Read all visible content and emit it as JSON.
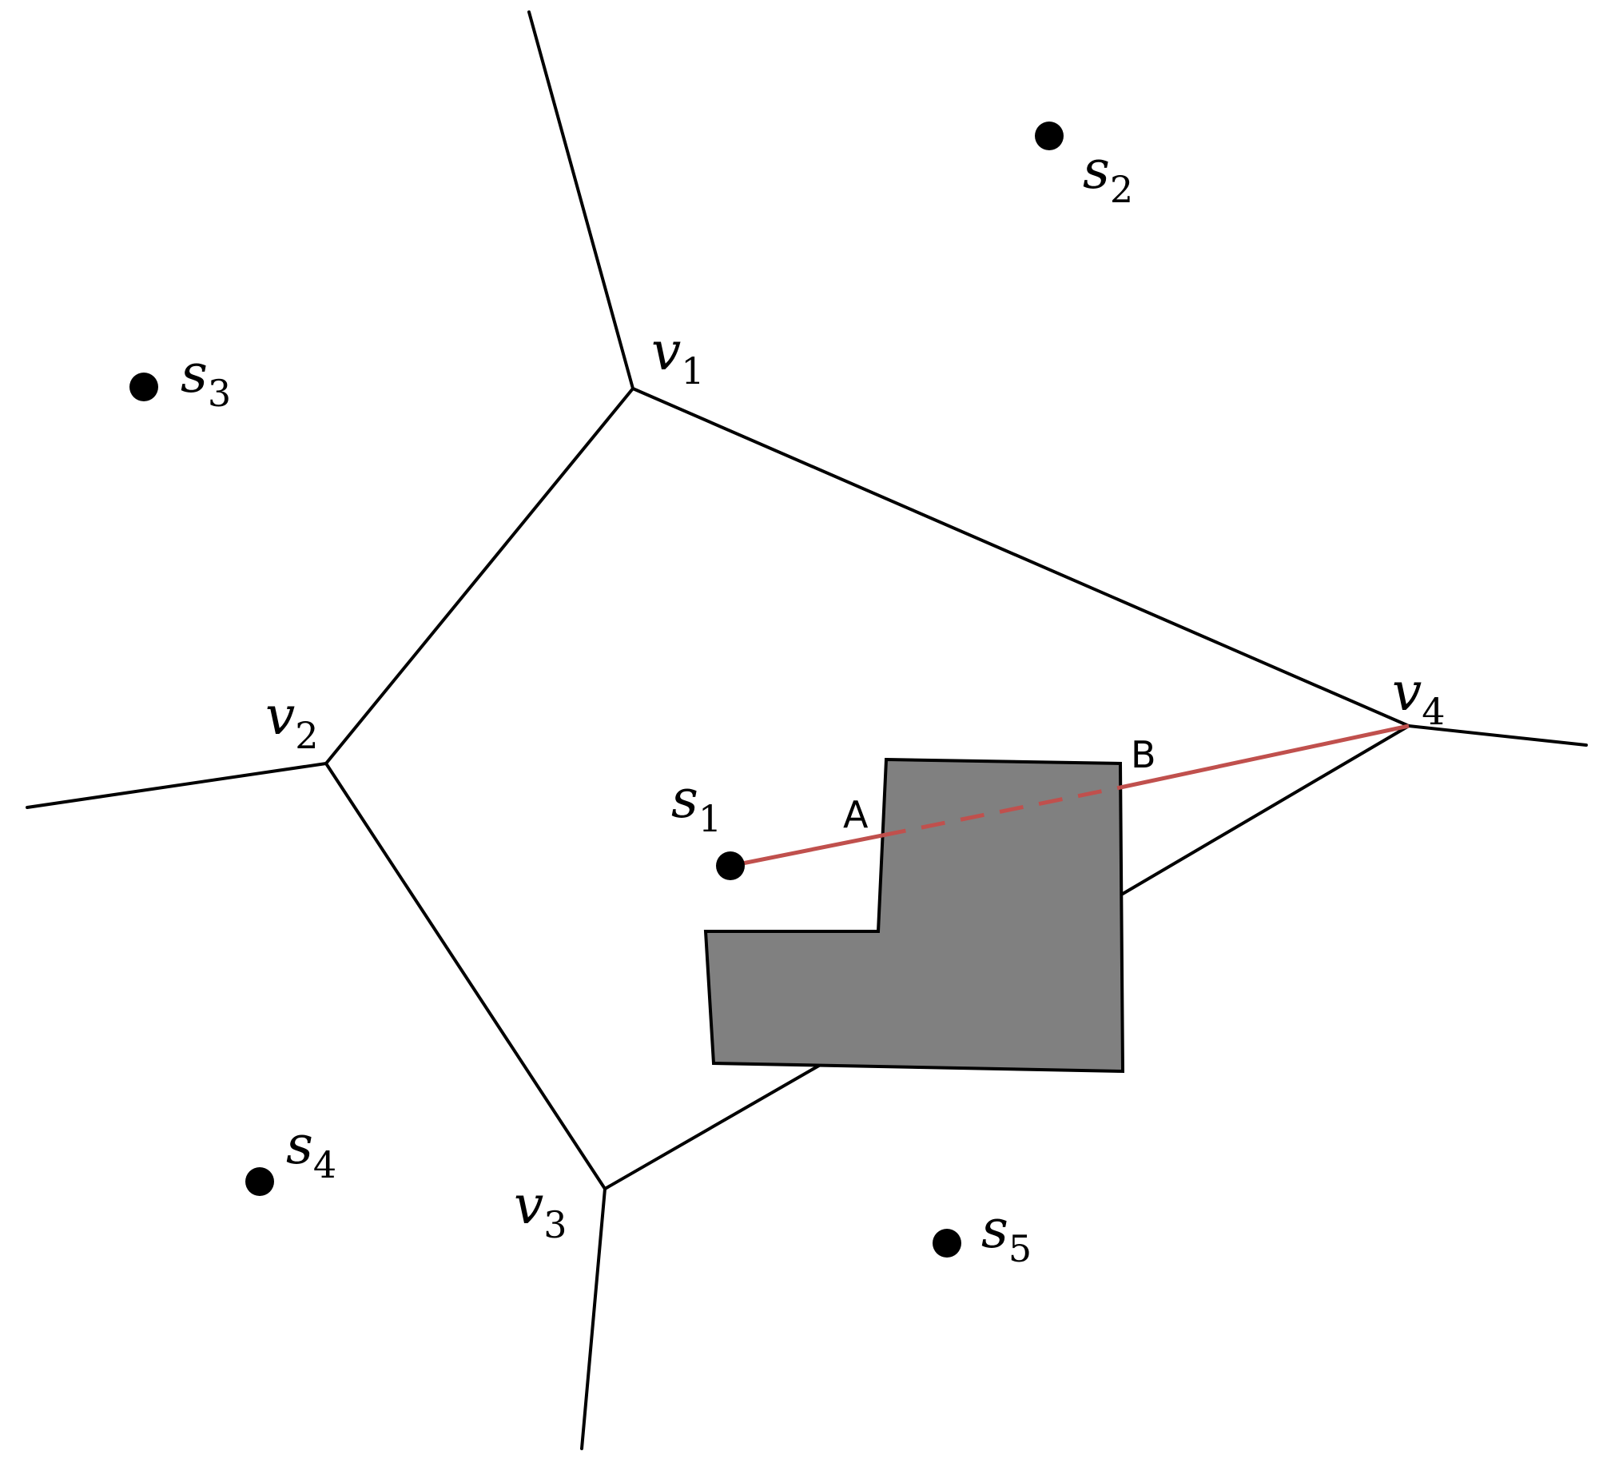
{
  "sites": [
    {
      "id": "s1",
      "label": "s",
      "sub": "1"
    },
    {
      "id": "s2",
      "label": "s",
      "sub": "2"
    },
    {
      "id": "s3",
      "label": "s",
      "sub": "3"
    },
    {
      "id": "s4",
      "label": "s",
      "sub": "4"
    },
    {
      "id": "s5",
      "label": "s",
      "sub": "5"
    }
  ],
  "vertices": [
    {
      "id": "v1",
      "label": "v",
      "sub": "1"
    },
    {
      "id": "v2",
      "label": "v",
      "sub": "2"
    },
    {
      "id": "v3",
      "label": "v",
      "sub": "3"
    },
    {
      "id": "v4",
      "label": "v",
      "sub": "4"
    }
  ],
  "points": {
    "A": "A",
    "B": "B"
  },
  "colors": {
    "edge": "#000000",
    "obstacle": "#808080",
    "ray": "#c0504d",
    "site": "#000000"
  }
}
